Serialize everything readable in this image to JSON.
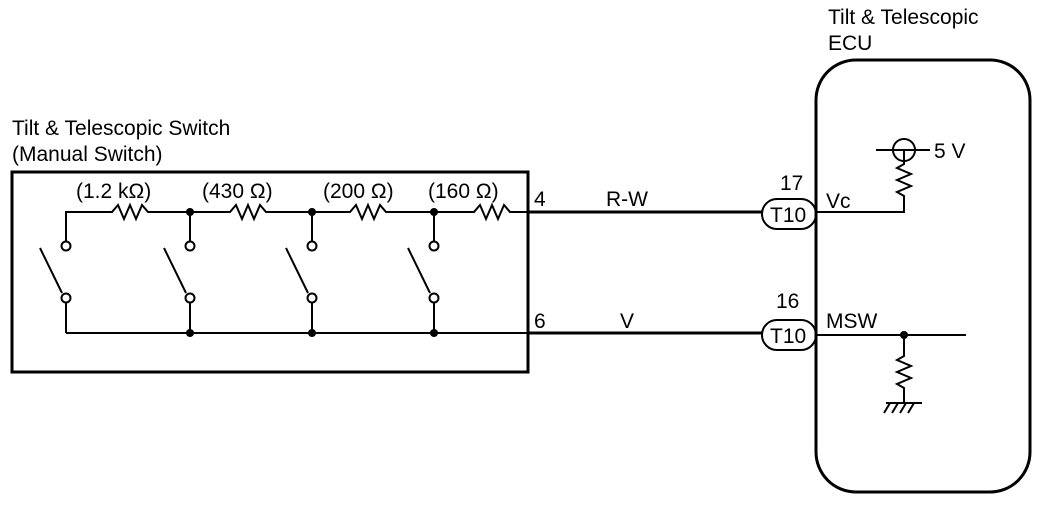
{
  "switch_block": {
    "title_line1": "Tilt & Telescopic Switch",
    "title_line2": "(Manual Switch)",
    "resistors": [
      {
        "label": "(1.2 kΩ)"
      },
      {
        "label": "(430  Ω)"
      },
      {
        "label": "(200  Ω)"
      },
      {
        "label": "(160  Ω)"
      }
    ],
    "pin_top": "4",
    "pin_bottom": "6"
  },
  "wires": {
    "top_color": "R-W",
    "bottom_color": "V"
  },
  "ecu": {
    "title_line1": "Tilt & Telescopic",
    "title_line2": "ECU",
    "pin_top": "17",
    "pin_bottom": "16",
    "connector_top": "T10",
    "connector_bottom": "T10",
    "signal_top": "Vc",
    "signal_bottom": "MSW",
    "supply": "5 V"
  }
}
